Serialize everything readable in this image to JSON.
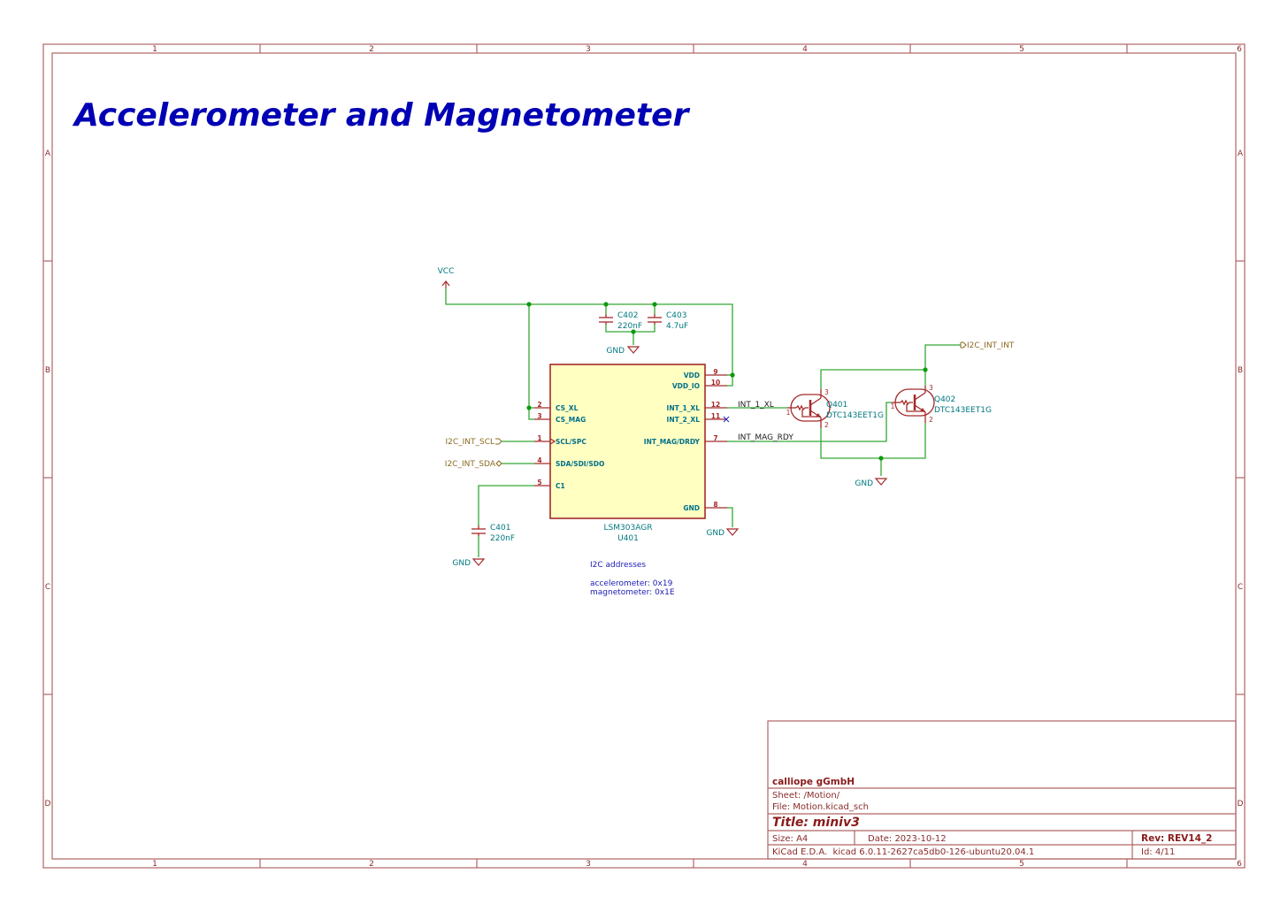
{
  "sheet": {
    "title": "Accelerometer and Magnetometer",
    "column_labels": [
      "1",
      "2",
      "3",
      "4",
      "5",
      "6"
    ],
    "row_labels": [
      "A",
      "B",
      "C",
      "D"
    ]
  },
  "components": {
    "u401": {
      "ref": "U401",
      "value": "LSM303AGR",
      "pins_left": [
        {
          "num": "2",
          "name": "CS_XL"
        },
        {
          "num": "3",
          "name": "CS_MAG"
        },
        {
          "num": "1",
          "name": "SCL/SPC"
        },
        {
          "num": "4",
          "name": "SDA/SDI/SDO"
        },
        {
          "num": "5",
          "name": "C1"
        }
      ],
      "pins_right": [
        {
          "num": "9",
          "name": "VDD"
        },
        {
          "num": "10",
          "name": "VDD_IO"
        },
        {
          "num": "12",
          "name": "INT_1_XL"
        },
        {
          "num": "11",
          "name": "INT_2_XL"
        },
        {
          "num": "7",
          "name": "INT_MAG/DRDY"
        },
        {
          "num": "8",
          "name": "GND"
        }
      ]
    },
    "c401": {
      "ref": "C401",
      "value": "220nF"
    },
    "c402": {
      "ref": "C402",
      "value": "220nF"
    },
    "c403": {
      "ref": "C403",
      "value": "4.7uF"
    },
    "q401": {
      "ref": "Q401",
      "value": "DTC143EET1G",
      "pins": [
        "1",
        "2",
        "3"
      ]
    },
    "q402": {
      "ref": "Q402",
      "value": "DTC143EET1G",
      "pins": [
        "1",
        "2",
        "3"
      ]
    }
  },
  "power": {
    "vcc": "VCC",
    "gnd": "GND"
  },
  "nets": {
    "int1": "INT_1_XL",
    "intmag": "INT_MAG_RDY"
  },
  "global_labels": {
    "scl": "I2C_INT_SCL",
    "sda": "I2C_INT_SDA",
    "int": "I2C_INT_INT"
  },
  "notes": {
    "line1": "I2C addresses",
    "line2": "accelerometer: 0x19",
    "line3": "magnetometer: 0x1E"
  },
  "title_block": {
    "company": "calliope gGmbH",
    "sheet": "Sheet: /Motion/",
    "file": "File: Motion.kicad_sch",
    "title": "Title: miniv3",
    "size": "Size: A4",
    "date": "Date: 2023-10-12",
    "rev": "Rev: REV14_2",
    "tool": "KiCad E.D.A.  kicad 6.0.11-2627ca5db0-126-ubuntu20.04.1",
    "id": "Id: 4/11"
  },
  "colors": {
    "frame": "#b06464",
    "wire": "#34a834",
    "symbol": "#a52a2a",
    "symbol_fill": "#ffffc2",
    "title": "#0000b4"
  }
}
